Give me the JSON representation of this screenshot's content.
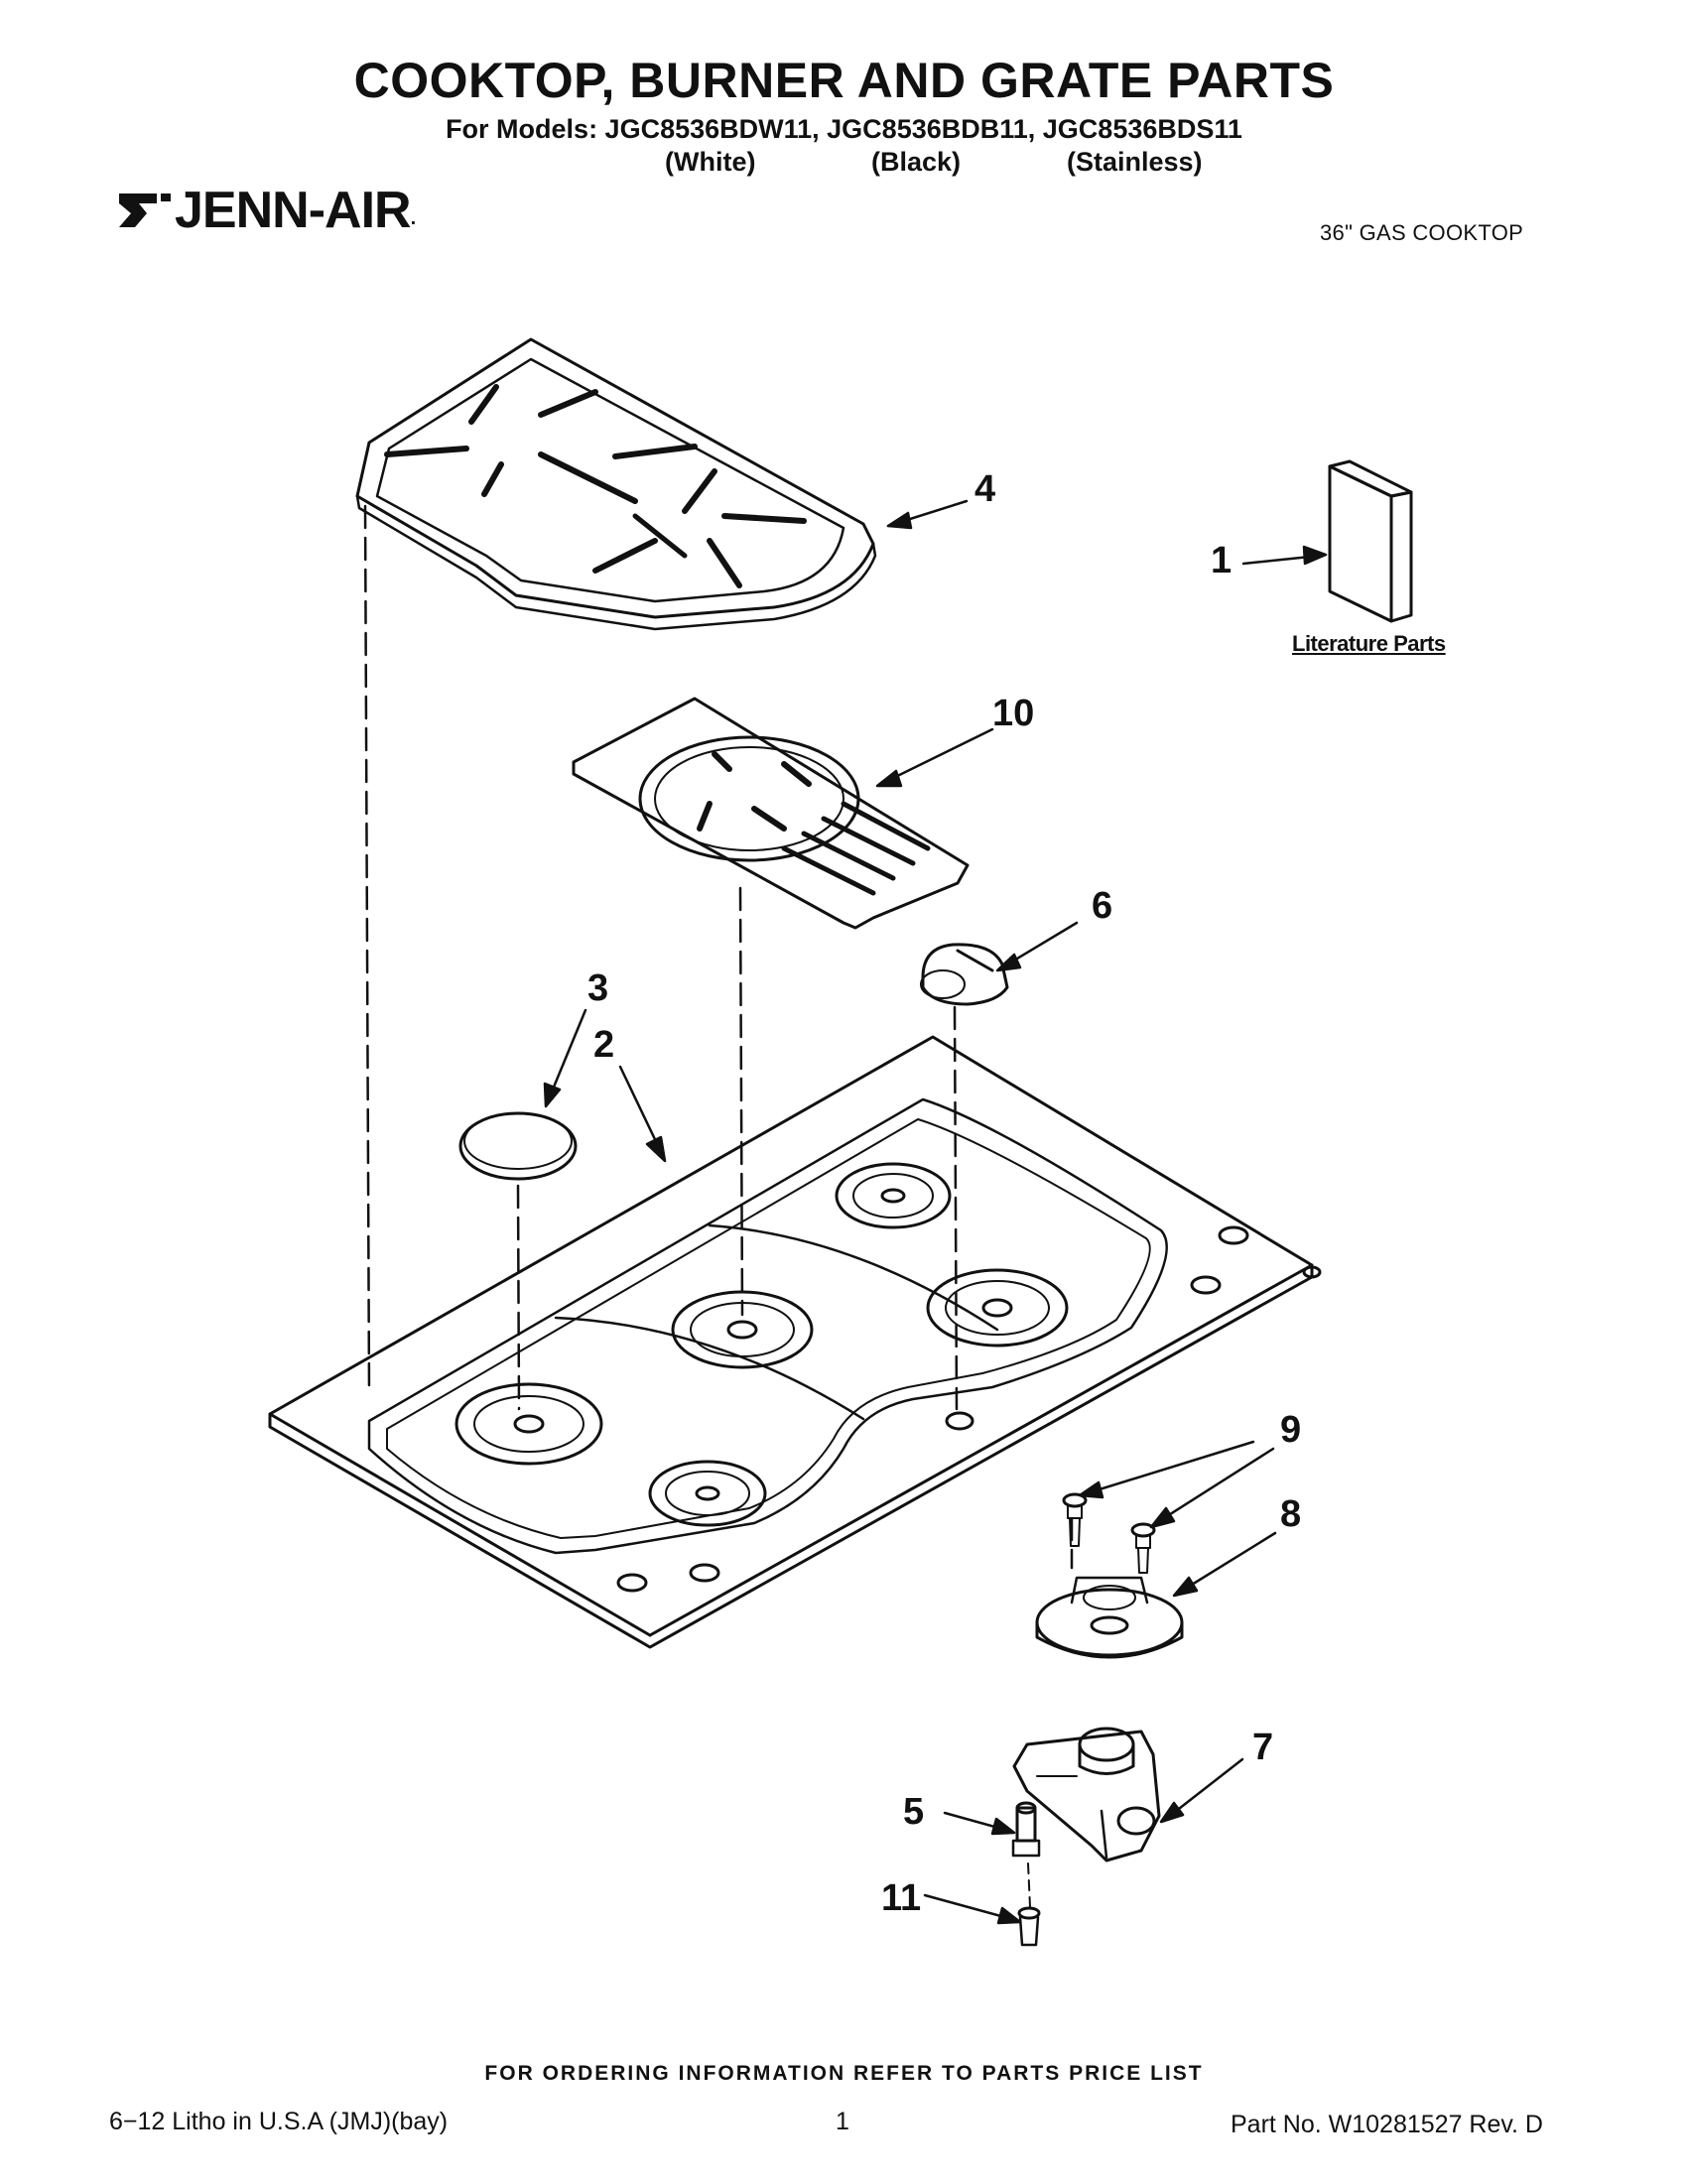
{
  "header": {
    "title": "COOKTOP, BURNER AND GRATE PARTS",
    "models_line": "For Models: JGC8536BDW11, JGC8536BDB11, JGC8536BDS11",
    "variants": [
      "(White)",
      "(Black)",
      "(Stainless)"
    ],
    "brand": "JENN-AIR",
    "subtitle": "36\" GAS COOKTOP"
  },
  "diagram": {
    "callouts": [
      "1",
      "2",
      "3",
      "4",
      "5",
      "6",
      "7",
      "8",
      "9",
      "10",
      "11"
    ],
    "literature_label": "Literature Parts"
  },
  "footer": {
    "ordering_note": "FOR ORDERING INFORMATION REFER TO PARTS PRICE LIST",
    "litho": "6−12 Litho in U.S.A (JMJ)(bay)",
    "page_number": "1",
    "part_number": "Part No. W10281527 Rev. D"
  },
  "colors": {
    "ink": "#111111",
    "paper": "#ffffff"
  }
}
